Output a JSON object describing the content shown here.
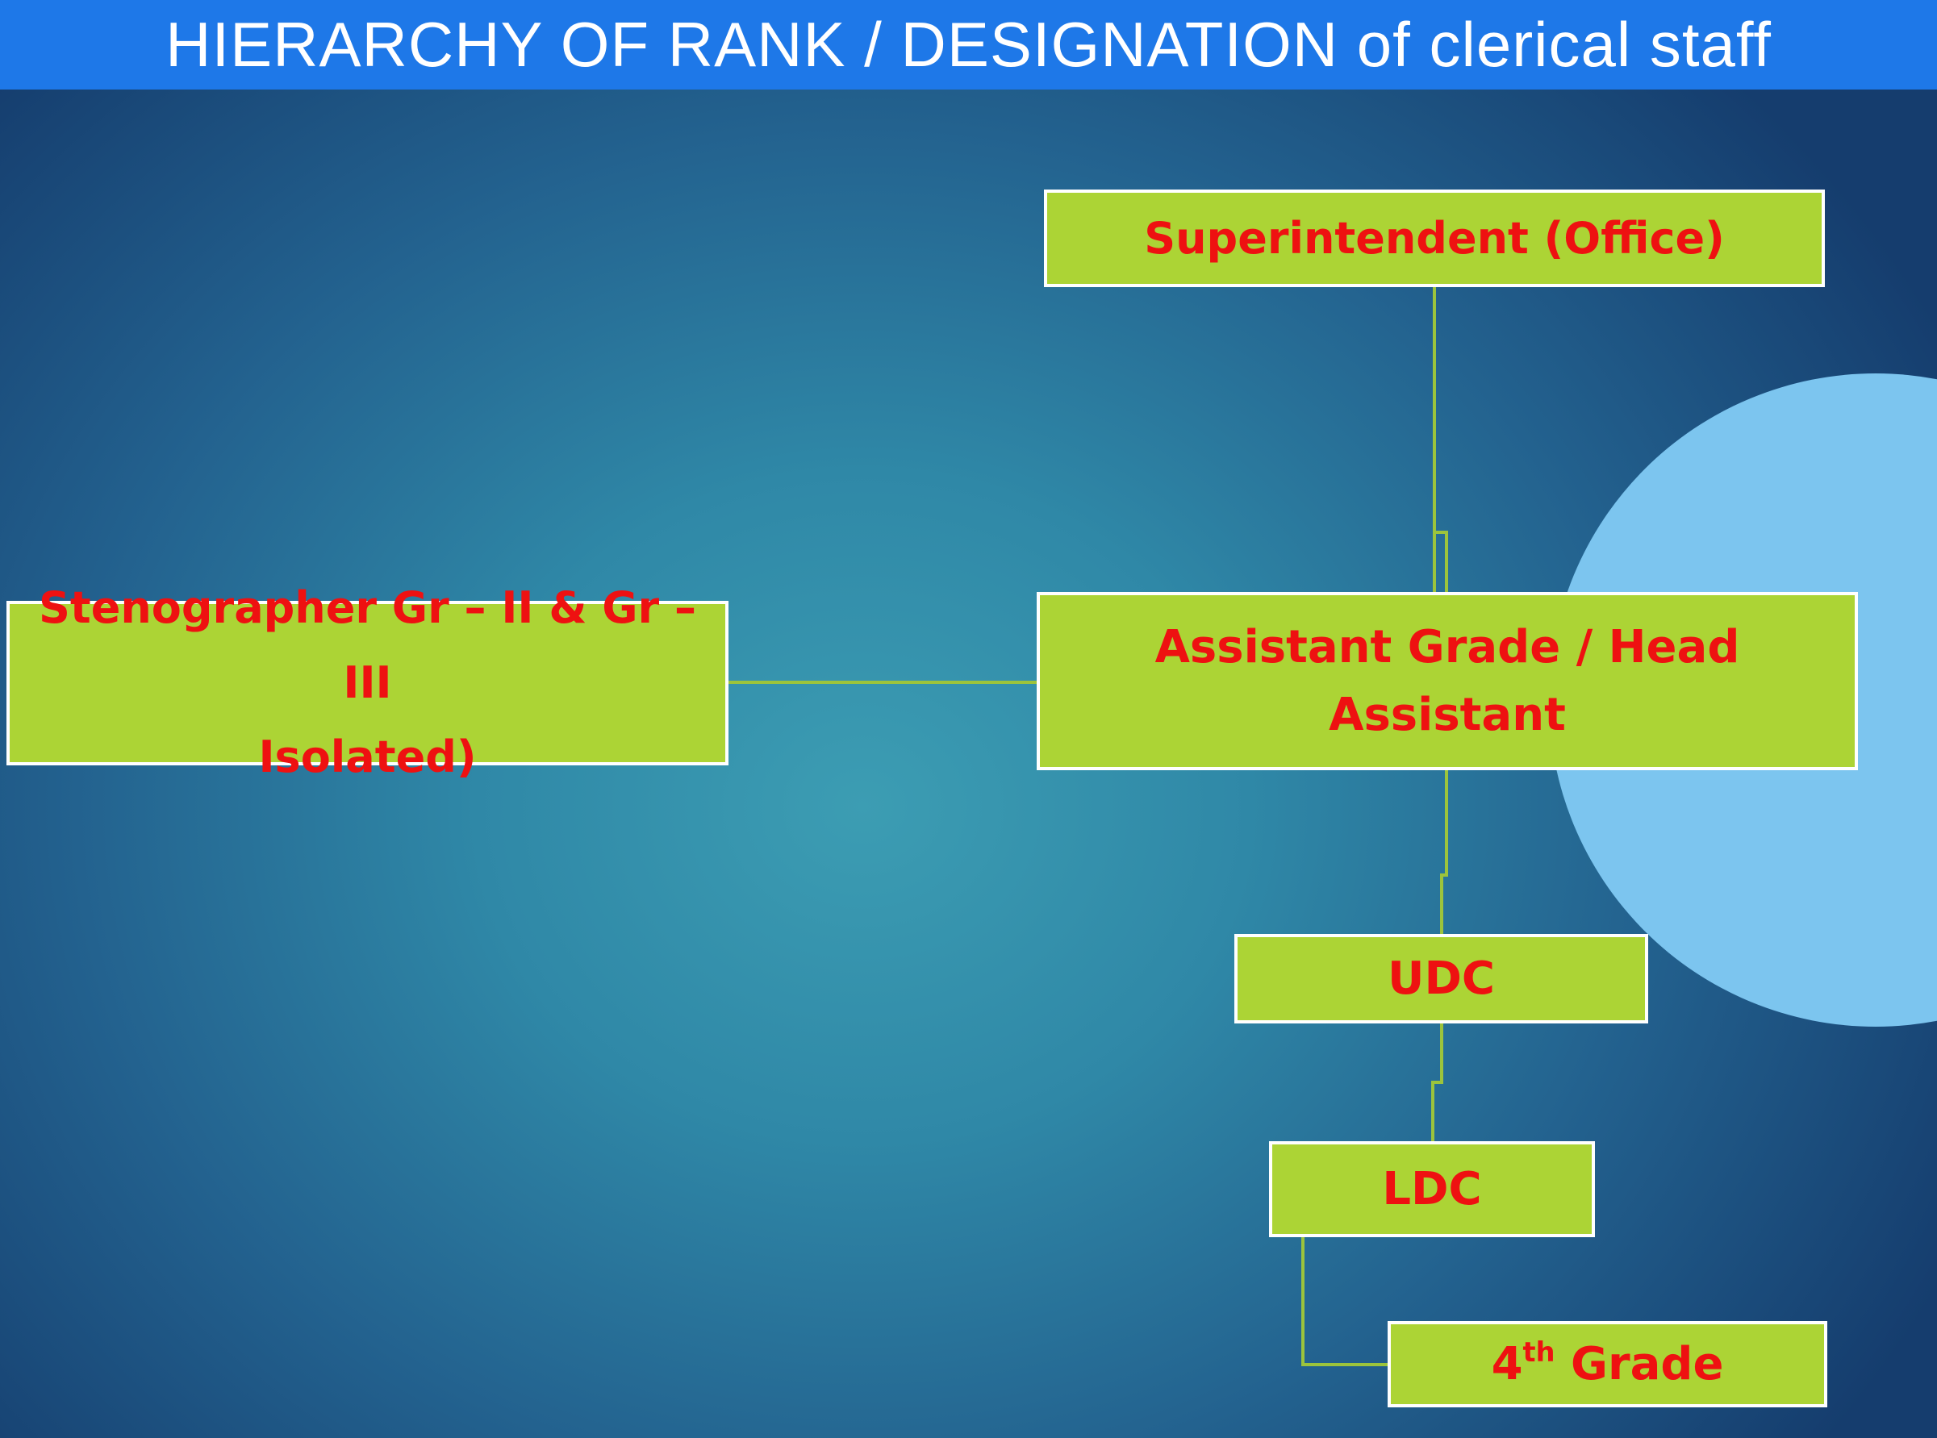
{
  "title": "HIERARCHY OF RANK / DESIGNATION of clerical staff",
  "colors": {
    "title_bar": "#1e78e8",
    "node_fill": "#acd435",
    "node_text": "#ee1111",
    "node_border": "#ffffff",
    "connector": "#9cc43c",
    "circle": "#7cc5ef"
  },
  "nodes": {
    "superintendent": "Superintendent (Office)",
    "assistant": "Assistant Grade / Head Assistant",
    "stenographer_line1": "Stenographer Gr – II & Gr – III",
    "stenographer_line2": "Isolated)",
    "udc": "UDC",
    "ldc": "LDC",
    "fourth_grade_number": "4",
    "fourth_grade_suffix": "th",
    "fourth_grade_label": " Grade"
  }
}
